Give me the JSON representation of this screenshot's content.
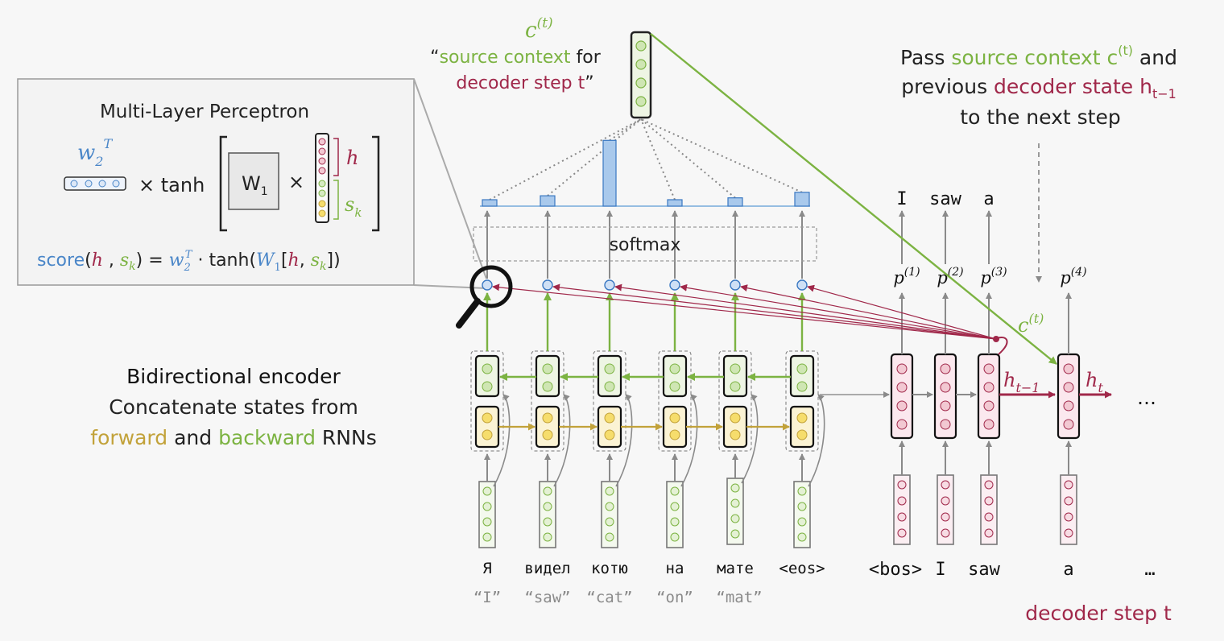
{
  "colors": {
    "green": "#7cb342",
    "maroon": "#a0284a",
    "yellow_text": "#c2a23a",
    "blue": "#4a86c8",
    "gray": "#8a8a8a",
    "dark": "#222222"
  },
  "context_top": {
    "symbol": "c",
    "superscript": "(t)",
    "line1_open": "“",
    "line1_green": "source context",
    "line1_rest": " for",
    "line2_maroon": "decoder step t",
    "line2_close": "”"
  },
  "mlp": {
    "title": "Multi-Layer Perceptron",
    "w2_label": "w",
    "w2_sub": "2",
    "w2_sup": "T",
    "times_tanh": "× tanh",
    "W1_label": "W",
    "W1_sub": "1",
    "times": "×",
    "h_label": "h",
    "sk_label": "s",
    "sk_sub": "k",
    "formula_score": "score",
    "formula_rest": " = w₂ᵀ · tanh(W₁[h, sₖ])"
  },
  "pass_note": {
    "line1_a": "Pass ",
    "line1_green": "source context c",
    "line1_sup": "(t)",
    "line1_b": " and",
    "line2_a": "previous ",
    "line2_maroon": "decoder state h",
    "line2_sub": "t−1",
    "line3": "to the next step"
  },
  "softmax_label": "softmax",
  "encoder_note": {
    "title": "Bidirectional encoder",
    "line2": "Concatenate states from",
    "forward": "forward",
    "and": " and ",
    "backward": "backward",
    "rnns": " RNNs"
  },
  "source_words": [
    "Я",
    "видел",
    "котю",
    "на",
    "мате",
    "<eos>"
  ],
  "source_translations": [
    "“I”",
    "“saw”",
    "“cat”",
    "“on”",
    "“mat”"
  ],
  "decoder_inputs": [
    "<bos>",
    "I",
    "saw",
    "a",
    "…"
  ],
  "decoder_outputs": [
    "I",
    "saw",
    "a"
  ],
  "probabilities": [
    "p(1)",
    "p(2)",
    "p(3)",
    "p(4)"
  ],
  "decoder_labels": {
    "h_prev": "h",
    "h_prev_sub": "t−1",
    "h_cur": "h",
    "h_cur_sub": "t",
    "c_label": "c",
    "c_sup": "(t)",
    "ellipsis": "…",
    "step_label": "decoder step t"
  },
  "attention_weights": [
    0.08,
    0.15,
    0.95,
    0.08,
    0.12,
    0.2
  ]
}
